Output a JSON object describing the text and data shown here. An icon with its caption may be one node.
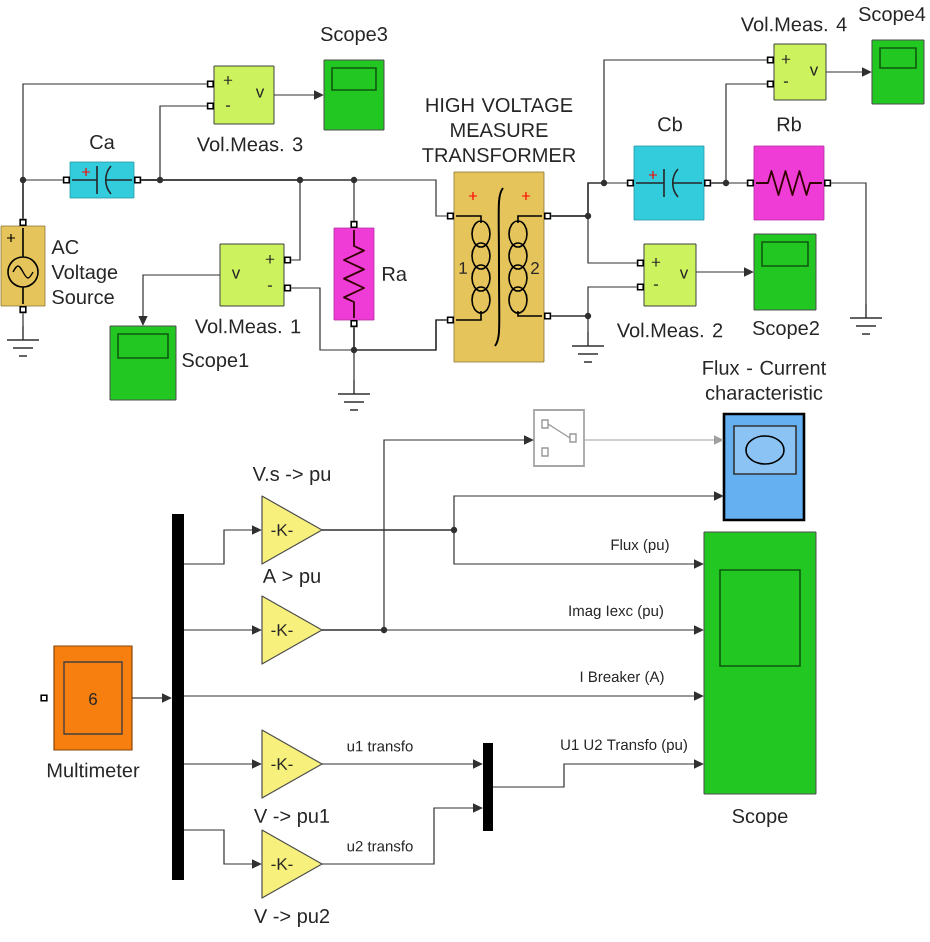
{
  "diagram": {
    "nodes": [
      {
        "text": [
          "+",
          "v",
          "-",
          "Vol.Meas. 3"
        ]
      },
      {
        "text": [
          "Scope3"
        ]
      },
      {
        "text": [
          "Ca"
        ]
      },
      {
        "text": [
          "AC Voltage Source"
        ]
      },
      {
        "text": [],
        "shape": "ground"
      },
      {
        "text": [
          "+",
          "v",
          "-",
          "Vol.Meas. 1"
        ]
      },
      {
        "text": [
          "Scope1"
        ]
      },
      {
        "text": [
          "Ra"
        ]
      },
      {
        "text": [],
        "shape": "ground"
      },
      {
        "text": [
          "HIGH VOLTAGE MEASURE TRANSFORMER",
          "1",
          "2"
        ]
      },
      {
        "text": [
          "Vol.Meas. 4",
          "+",
          "v",
          "-"
        ]
      },
      {
        "text": [
          "Scope4"
        ]
      },
      {
        "text": [
          "Cb"
        ]
      },
      {
        "text": [
          "Rb"
        ]
      },
      {
        "text": [],
        "shape": "ground"
      },
      {
        "text": [
          "+",
          "v",
          "-",
          "Vol.Meas. 2"
        ]
      },
      {
        "text": [
          "Scope2"
        ]
      },
      {
        "text": [],
        "shape": "ground"
      },
      {
        "text": [],
        "shape": "switch"
      },
      {
        "text": [
          "Flux - Current characteristic"
        ]
      },
      {
        "text": [
          "V.s -> pu",
          "-K-"
        ]
      },
      {
        "text": [
          "A > pu",
          "-K-"
        ]
      },
      {
        "text": [
          "6",
          "Multimeter"
        ]
      },
      {
        "text": [],
        "shape": "bar"
      },
      {
        "text": [
          "Scope"
        ]
      },
      {
        "text": [
          "-K-",
          "V -> pu1"
        ]
      },
      {
        "text": [
          "-K-",
          "V -> pu2"
        ]
      },
      {
        "text": [],
        "shape": "bar"
      }
    ],
    "edges": [
      {
        "from": 3,
        "to": 2,
        "arrow": "none"
      },
      {
        "from": 3,
        "to": 0,
        "arrow": "none"
      },
      {
        "from": 3,
        "to": 4,
        "arrow": "none"
      },
      {
        "from": 2,
        "to": 0,
        "arrow": "none"
      },
      {
        "from": 2,
        "to": 5,
        "arrow": "none"
      },
      {
        "from": 2,
        "to": 7,
        "arrow": "none"
      },
      {
        "from": 2,
        "to": 9,
        "arrow": "none"
      },
      {
        "from": 5,
        "to": 9,
        "arrow": "none"
      },
      {
        "from": 7,
        "to": 8,
        "arrow": "none"
      },
      {
        "from": 7,
        "to": 9,
        "arrow": "none"
      },
      {
        "from": 0,
        "to": 1,
        "arrow": "to"
      },
      {
        "from": 5,
        "to": 6,
        "arrow": "to"
      },
      {
        "from": 9,
        "to": 12,
        "arrow": "none"
      },
      {
        "from": 9,
        "to": 10,
        "arrow": "none"
      },
      {
        "from": 9,
        "to": 15,
        "arrow": "none"
      },
      {
        "from": 9,
        "to": 15,
        "arrow": "none"
      },
      {
        "from": 9,
        "to": 17,
        "arrow": "none"
      },
      {
        "from": 12,
        "to": 10,
        "arrow": "none"
      },
      {
        "from": 12,
        "to": 13,
        "arrow": "none"
      },
      {
        "from": 13,
        "to": 14,
        "arrow": "none"
      },
      {
        "from": 10,
        "to": 11,
        "arrow": "to"
      },
      {
        "from": 15,
        "to": 16,
        "arrow": "to"
      },
      {
        "from": 22,
        "to": 23,
        "arrow": "to"
      },
      {
        "from": 23,
        "to": 20,
        "arrow": "to"
      },
      {
        "from": 23,
        "to": 21,
        "arrow": "to"
      },
      {
        "from": 23,
        "to": 24,
        "arrow": "to",
        "label": "I Breaker (A)"
      },
      {
        "from": 23,
        "to": 25,
        "arrow": "to"
      },
      {
        "from": 23,
        "to": 26,
        "arrow": "to"
      },
      {
        "from": 20,
        "to": 19,
        "arrow": "to"
      },
      {
        "from": 20,
        "to": 24,
        "arrow": "to",
        "label": "Flux (pu)"
      },
      {
        "from": 21,
        "to": 18,
        "arrow": "to"
      },
      {
        "from": 21,
        "to": 24,
        "arrow": "to",
        "label": "Imag Iexc (pu)"
      },
      {
        "from": 18,
        "to": 19,
        "arrow": "to",
        "color": "#a0a0a0"
      },
      {
        "from": 25,
        "to": 27,
        "arrow": "to",
        "label": "u1 transfo"
      },
      {
        "from": 26,
        "to": 27,
        "arrow": "to",
        "label": "u2 transfo"
      },
      {
        "from": 27,
        "to": 24,
        "arrow": "to",
        "label": "U1 U2 Transfo (pu)"
      }
    ]
  }
}
